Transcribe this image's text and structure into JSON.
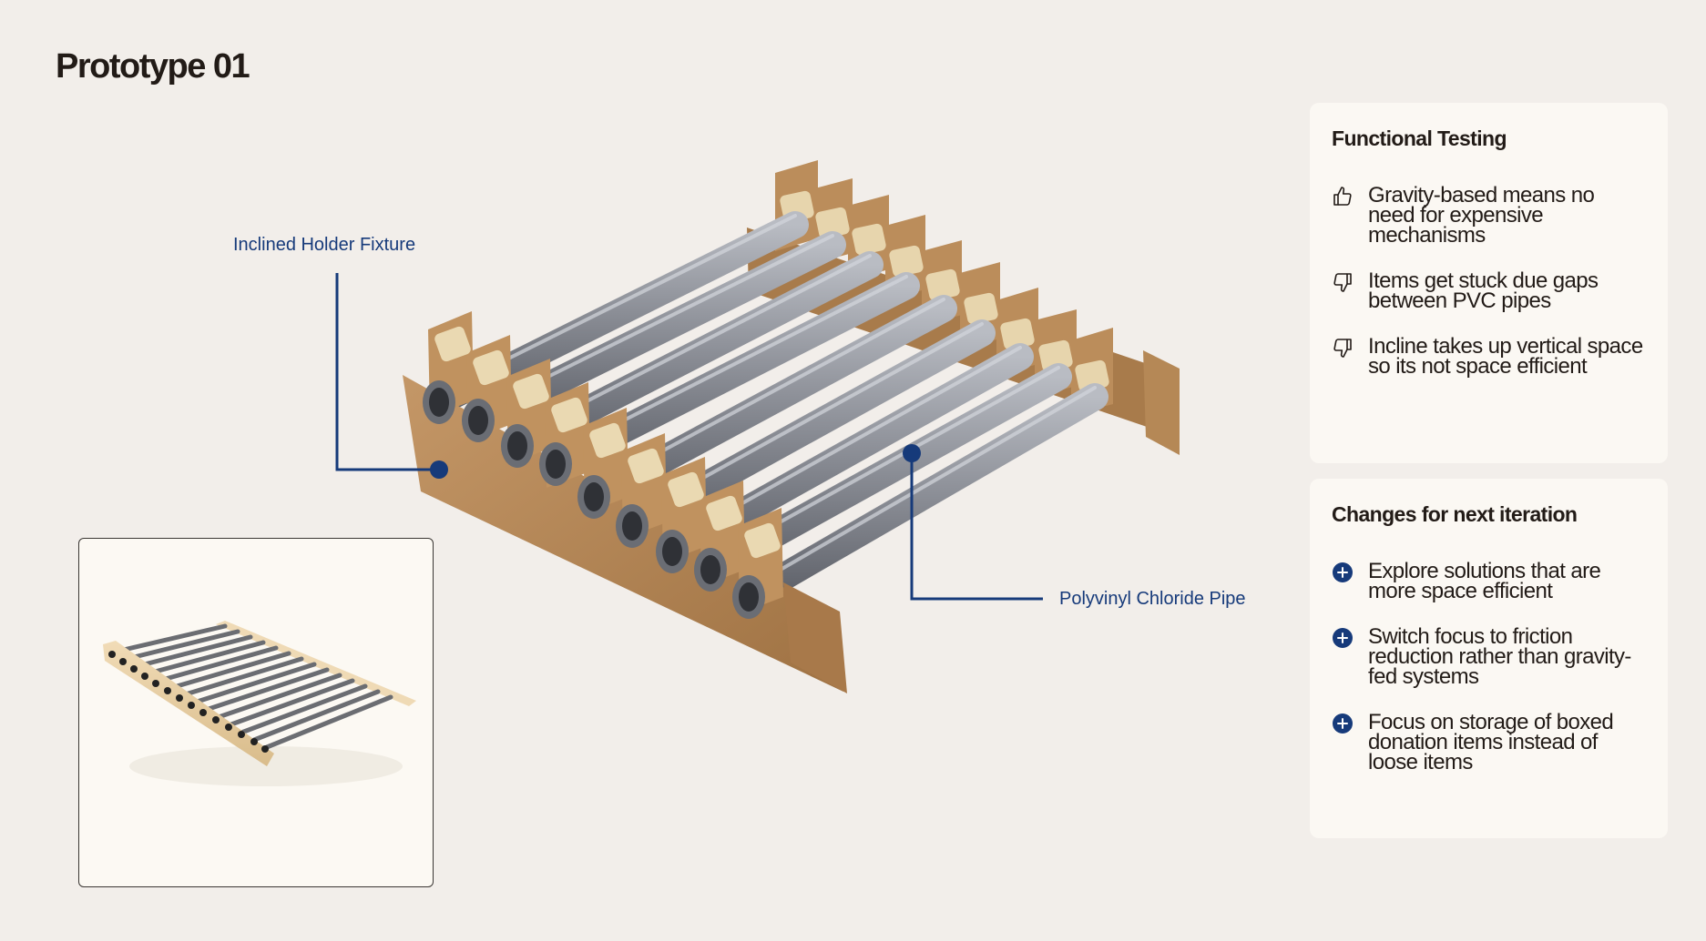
{
  "page": {
    "title": "Prototype 01"
  },
  "callouts": {
    "holder": "Inclined Holder Fixture",
    "pipe": "Polyvinyl Chloride Pipe"
  },
  "colors": {
    "background": "#f2eeea",
    "card": "#fbf8f3",
    "accent": "#163a7a",
    "cardboard": "#b98a56",
    "tape": "#ead9b2",
    "pipe": "#8c8f97",
    "text": "#221b17"
  },
  "functional_testing": {
    "title": "Functional Testing",
    "items": [
      {
        "icon": "thumbs-up-icon",
        "text": "Gravity-based means no need for expensive mechanisms"
      },
      {
        "icon": "thumbs-down-icon",
        "text": "Items get stuck due gaps between PVC pipes"
      },
      {
        "icon": "thumbs-down-icon",
        "text": "Incline takes up vertical space so its not space efficient"
      }
    ]
  },
  "changes": {
    "title": "Changes for next iteration",
    "items": [
      {
        "icon": "plus-circle-icon",
        "text": "Explore solutions that are more space efficient"
      },
      {
        "icon": "plus-circle-icon",
        "text": "Switch focus to friction reduction rather than gravity-fed systems"
      },
      {
        "icon": "plus-circle-icon",
        "text": "Focus on storage of boxed donation items instead of loose items"
      }
    ]
  }
}
